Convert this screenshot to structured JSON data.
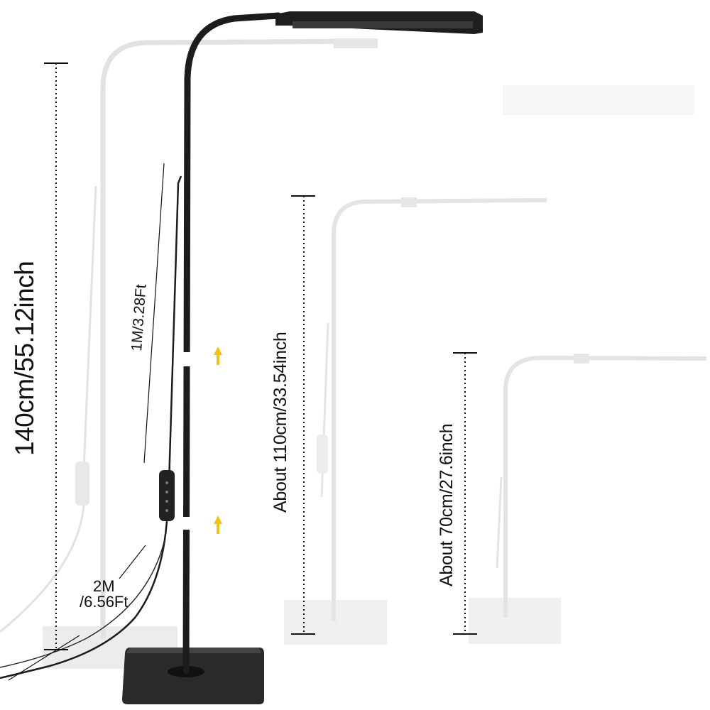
{
  "labels": {
    "height_max": "140cm/55.12inch",
    "height_mid": "About 110cm/33.54inch",
    "height_min": "About 70cm/27.6inch",
    "arm_cable": "1M/3.28Ft",
    "power_cable_line1": "2M",
    "power_cable_line2": "/6.56Ft"
  },
  "colors": {
    "lamp": "#1c1c1c",
    "ghost": "#dcdcdc",
    "arrow": "#f2c21a",
    "text": "#111111"
  }
}
